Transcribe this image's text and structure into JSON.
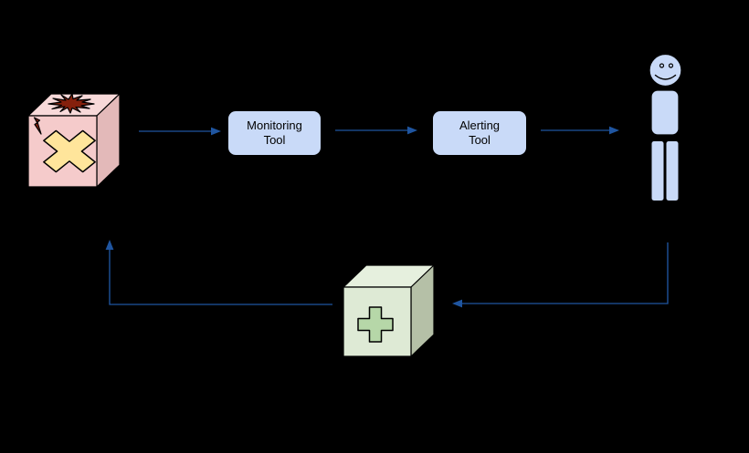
{
  "colors": {
    "background": "#000000",
    "arrow": "#1f55a0",
    "node_fill": "#c9daf8",
    "node_text": "#000000",
    "broken_cube_front": "#f5cbcb",
    "broken_cube_top": "#f8d9d9",
    "broken_cube_side": "#e3b9b9",
    "explosion": "#85200c",
    "lightning_bolt": "#85200c",
    "x_mark": "#ffe59b",
    "fix_cube_front": "#deead5",
    "fix_cube_top": "#e6f0de",
    "fix_cube_side": "#b5c0a7",
    "plus_mark": "#b6d7a8",
    "person_fill": "#c9daf8",
    "outline": "#000000"
  },
  "nodes": {
    "broken_system": {
      "icon": "damaged-cube-icon"
    },
    "monitoring_tool": {
      "label": "Monitoring\nTool"
    },
    "alerting_tool": {
      "label": "Alerting\nTool"
    },
    "operator": {
      "icon": "person-smiley-icon"
    },
    "fix": {
      "icon": "plus-cube-icon"
    }
  },
  "edges": [
    {
      "from": "broken_system",
      "to": "monitoring_tool"
    },
    {
      "from": "monitoring_tool",
      "to": "alerting_tool"
    },
    {
      "from": "alerting_tool",
      "to": "operator"
    },
    {
      "from": "operator",
      "to": "fix"
    },
    {
      "from": "fix",
      "to": "broken_system"
    }
  ]
}
